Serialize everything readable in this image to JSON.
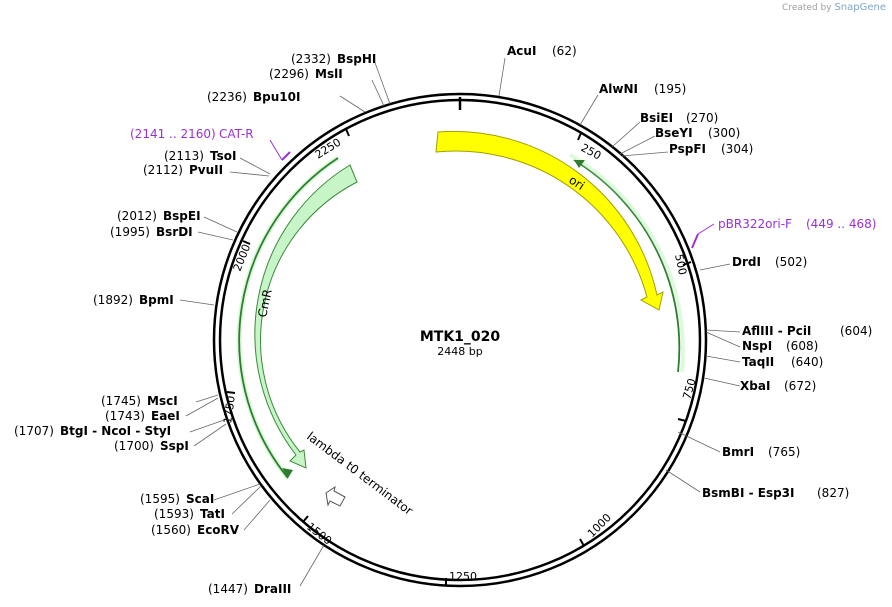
{
  "branding": {
    "created_by": "Created by",
    "logo": "SnapGene"
  },
  "plasmid": {
    "name": "MTK1_020",
    "length_label": "2448 bp"
  },
  "tick_labels": [
    "250",
    "500",
    "750",
    "1000",
    "1250",
    "1500",
    "1750",
    "2000",
    "2250"
  ],
  "features": [
    {
      "name": "ori",
      "color": "#ffff00",
      "stroke": "#a0a000"
    },
    {
      "name": "CmR",
      "color": "#c8f5c8",
      "stroke": "#2e7d2e"
    },
    {
      "name": "lambda t0 terminator",
      "color": "#ffffff",
      "stroke": "#555555"
    }
  ],
  "primers": [
    {
      "name": "pBR322ori-F",
      "pos": "(449 .. 468)"
    },
    {
      "name": "CAT-R",
      "pos": "(2141 .. 2160)"
    }
  ],
  "enzymes_right": [
    {
      "name": "AcuI",
      "pos": "(62)"
    },
    {
      "name": "AlwNI",
      "pos": "(195)"
    },
    {
      "name": "BsiEI",
      "pos": "(270)"
    },
    {
      "name": "BseYI",
      "pos": "(300)"
    },
    {
      "name": "PspFI",
      "pos": "(304)"
    },
    {
      "name": "DrdI",
      "pos": "(502)"
    },
    {
      "name": "AflIII - PciI",
      "pos": "(604)"
    },
    {
      "name": "NspI",
      "pos": "(608)"
    },
    {
      "name": "TaqII",
      "pos": "(640)"
    },
    {
      "name": "XbaI",
      "pos": "(672)"
    },
    {
      "name": "BmrI",
      "pos": "(765)"
    },
    {
      "name": "BsmBI - Esp3I",
      "pos": "(827)"
    }
  ],
  "enzymes_left": [
    {
      "name": "BspHI",
      "pos": "(2332)"
    },
    {
      "name": "MslI",
      "pos": "(2296)"
    },
    {
      "name": "Bpu10I",
      "pos": "(2236)"
    },
    {
      "name": "TsoI",
      "pos": "(2113)"
    },
    {
      "name": "PvuII",
      "pos": "(2112)"
    },
    {
      "name": "BspEI",
      "pos": "(2012)"
    },
    {
      "name": "BsrDI",
      "pos": "(1995)"
    },
    {
      "name": "BpmI",
      "pos": "(1892)"
    },
    {
      "name": "MscI",
      "pos": "(1745)"
    },
    {
      "name": "EaeI",
      "pos": "(1743)"
    },
    {
      "name": "BtgI - NcoI - StyI",
      "pos": "(1707)"
    },
    {
      "name": "SspI",
      "pos": "(1700)"
    },
    {
      "name": "ScaI",
      "pos": "(1595)"
    },
    {
      "name": "TatI",
      "pos": "(1593)"
    },
    {
      "name": "EcoRV",
      "pos": "(1560)"
    },
    {
      "name": "DraIII",
      "pos": "(1447)"
    }
  ]
}
